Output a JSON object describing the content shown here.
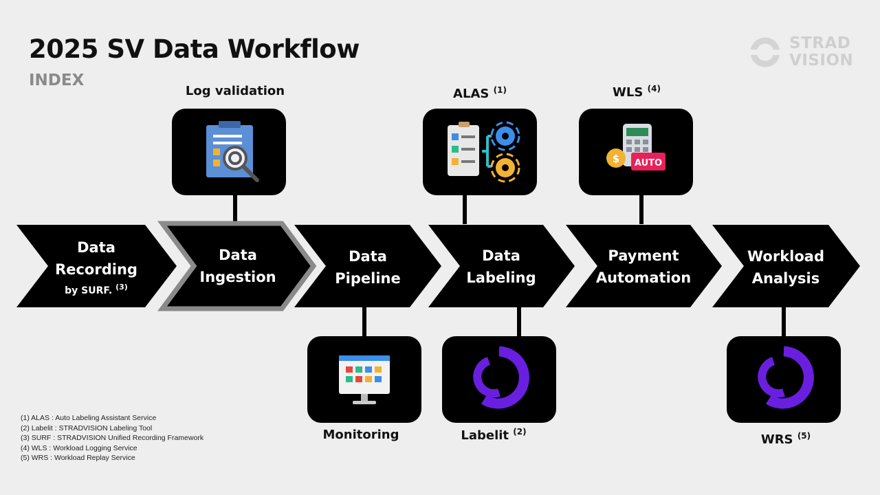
{
  "title": "2025 SV Data Workflow",
  "subtitle": "INDEX",
  "logo": {
    "line1": "STRAD",
    "line2": "VISION"
  },
  "stages": [
    {
      "line1": "Data",
      "line2": "Recording",
      "sub": "by SURF.",
      "sub_sup": "(3)"
    },
    {
      "line1": "Data",
      "line2": "Ingestion",
      "highlighted": true
    },
    {
      "line1": "Data",
      "line2": "Pipeline"
    },
    {
      "line1": "Data",
      "line2": "Labeling"
    },
    {
      "line1": "Payment",
      "line2": "Automation"
    },
    {
      "line1": "Workload",
      "line2": "Analysis"
    }
  ],
  "top_boxes": [
    {
      "label": "Log validation",
      "sup": "",
      "icon": "clipboard-magnifier-icon"
    },
    {
      "label": "ALAS",
      "sup": "(1)",
      "icon": "checklist-gears-icon"
    },
    {
      "label": "WLS",
      "sup": "(4)",
      "icon": "calculator-auto-icon"
    }
  ],
  "bottom_boxes": [
    {
      "label": "Monitoring",
      "sup": "",
      "icon": "monitor-dashboard-icon"
    },
    {
      "label": "Labelit",
      "sup": "(2)",
      "icon": "purple-ring-logo-icon"
    },
    {
      "label": "WRS",
      "sup": "(5)",
      "icon": "purple-ring-logo-icon"
    }
  ],
  "footnotes": [
    "(1)  ALAS : Auto Labeling Assistant Service",
    "(2)  Labelit : STRADVISION Labeling Tool",
    "(3)  SURF :  STRADVISION Unified Recording Framework",
    "(4)  WLS : Workload Logging Service",
    "(5)  WRS : Workload Replay Service"
  ],
  "colors": {
    "background": "#eeeeee",
    "chevron": "#000000",
    "highlight_border": "#8a8a8a",
    "accent_purple": "#6a1fe0"
  }
}
